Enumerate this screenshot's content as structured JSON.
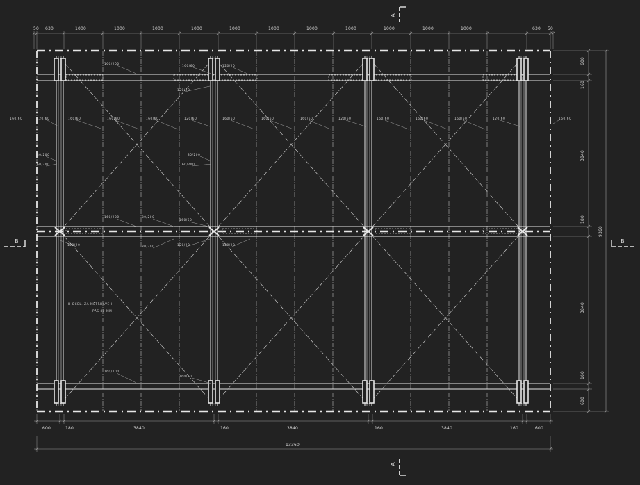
{
  "drawing": {
    "top_dimensions": [
      "50",
      "630",
      "1000",
      "1000",
      "1000",
      "1000",
      "1000",
      "1000",
      "1000",
      "1000",
      "1000",
      "1000",
      "1000",
      "630",
      "50"
    ],
    "bottom_dimensions": [
      "600",
      "180",
      "3840",
      "160",
      "3840",
      "160",
      "3840",
      "160",
      "600"
    ],
    "overall_width": "13360",
    "right_dimensions": [
      "600",
      "160",
      "3840",
      "180",
      "3840",
      "160",
      "600"
    ],
    "overall_height": "9360",
    "section_a": "A",
    "section_b": "B",
    "note_line1": "H OCEL. ZA MĚTRHAVE I",
    "note_line2": "PÁS 80 MM",
    "labels": {
      "l160x200": "160/200",
      "l160x60": "160/60",
      "l120x20": "120/20",
      "l120x60": "120/60",
      "l80x200": "80/200",
      "l60x200": "60/200"
    },
    "colors": {
      "background": "#222222",
      "line": "#e6e6e6",
      "dim": "#9a9a9a"
    }
  }
}
